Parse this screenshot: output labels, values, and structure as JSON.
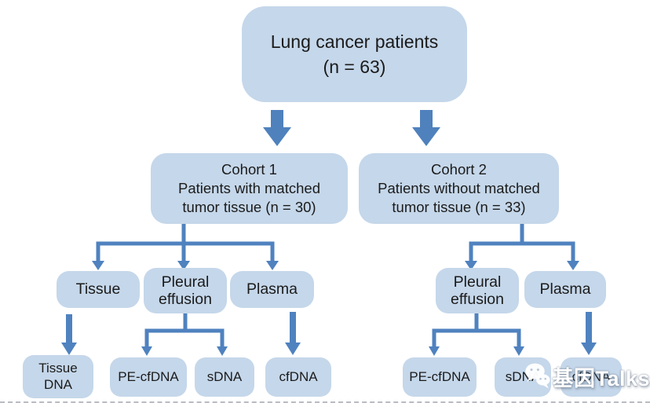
{
  "nodes": {
    "root": {
      "lines": [
        "Lung cancer patients",
        "(n = 63)"
      ]
    },
    "cohort1": {
      "lines": [
        "Cohort 1",
        "Patients with matched",
        "tumor tissue (n = 30)"
      ]
    },
    "cohort2": {
      "lines": [
        "Cohort 2",
        "Patients without matched",
        "tumor tissue (n = 33)"
      ]
    },
    "tissue": {
      "label": "Tissue"
    },
    "pleural1": {
      "lines": [
        "Pleural",
        "effusion"
      ]
    },
    "plasma1": {
      "label": "Plasma"
    },
    "pleural2": {
      "lines": [
        "Pleural",
        "effusion"
      ]
    },
    "plasma2": {
      "label": "Plasma"
    },
    "tissue_dna": {
      "lines": [
        "Tissue",
        "DNA"
      ]
    },
    "pe_cfdna1": {
      "label": "PE-cfDNA"
    },
    "sdna1": {
      "label": "sDNA"
    },
    "cfdna1": {
      "label": "cfDNA"
    },
    "pe_cfdna2": {
      "label": "PE-cfDNA"
    },
    "sdna2": {
      "label": "sDNA"
    },
    "cfdna2": {
      "label": "cfDNA"
    }
  },
  "watermark": {
    "text": "基因Talks",
    "icon": "wechat-chat-bubbles-icon"
  },
  "colors": {
    "box_fill": "#c5d7ea",
    "arrow_blue": "#4f82bf",
    "text": "#1b1b1b",
    "background": "#ffffff"
  }
}
